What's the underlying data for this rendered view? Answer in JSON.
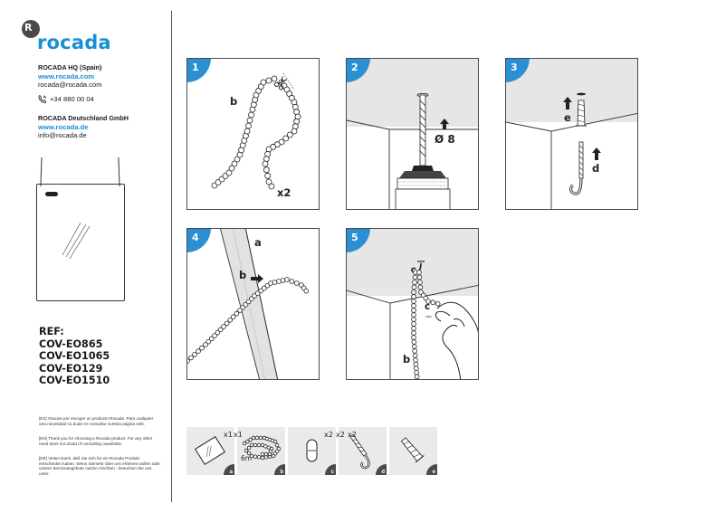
{
  "brand": {
    "logo_glyph": "R",
    "name": "rocada"
  },
  "contacts": {
    "spain": {
      "company": "ROCADA HQ (Spain)",
      "website": "www.rocada.com",
      "email": "rocada@rocada.com",
      "phone": "+34 880 00 04"
    },
    "germany": {
      "company": "ROCADA Deutschland GmbH",
      "website": "www.rocada.de",
      "email": "info@rocada.de"
    }
  },
  "references": {
    "title": "REF:",
    "codes": [
      "COV-EO865",
      "COV-EO1065",
      "COV-EO129",
      "COV-EO1510"
    ]
  },
  "notes": {
    "es": "[ES] Gracias por escoger un producto Rocada. Para cualquier otra necesidad no dude en consultar nuestra página web.",
    "en": "[EN] Thank you for choosing a Rocada product. For any other need does not doubt of consulting ouwebsite.",
    "de": "[DE] Vielen Dank, daß Sie sich für ein Rocada Produkt entschieden haben. Wenn Siemehr über uns erfahren wollen oder unsere Serviceangebote nutzen möchten - besuchen Sie uns unter."
  },
  "steps": [
    {
      "number": "1",
      "labels": {
        "b": "b",
        "qty": "x2"
      }
    },
    {
      "number": "2",
      "labels": {
        "drill": "Ø 8"
      }
    },
    {
      "number": "3",
      "labels": {
        "e": "e",
        "d": "d"
      }
    },
    {
      "number": "4",
      "labels": {
        "a": "a",
        "b": "b"
      }
    },
    {
      "number": "5",
      "labels": {
        "c": "c",
        "c_sub": "clip",
        "b": "b"
      }
    }
  ],
  "components": [
    {
      "letter": "a",
      "qty": "x1"
    },
    {
      "letter": "b",
      "qty": "x1",
      "length": "6m"
    },
    {
      "letter": "c",
      "qty": "x2"
    },
    {
      "letter": "d",
      "qty": "x2"
    },
    {
      "letter": "e",
      "qty": "x2"
    }
  ],
  "colors": {
    "accent": "#2b8fd3",
    "brand": "#1a8fd6",
    "panel_border": "#4a4a4a",
    "component_bg": "#eaeaea"
  },
  "icons": [
    "rocada-logo-icon",
    "phone-icon",
    "scissors-icon",
    "drill-icon",
    "up-arrow-icon",
    "hand-icon"
  ]
}
